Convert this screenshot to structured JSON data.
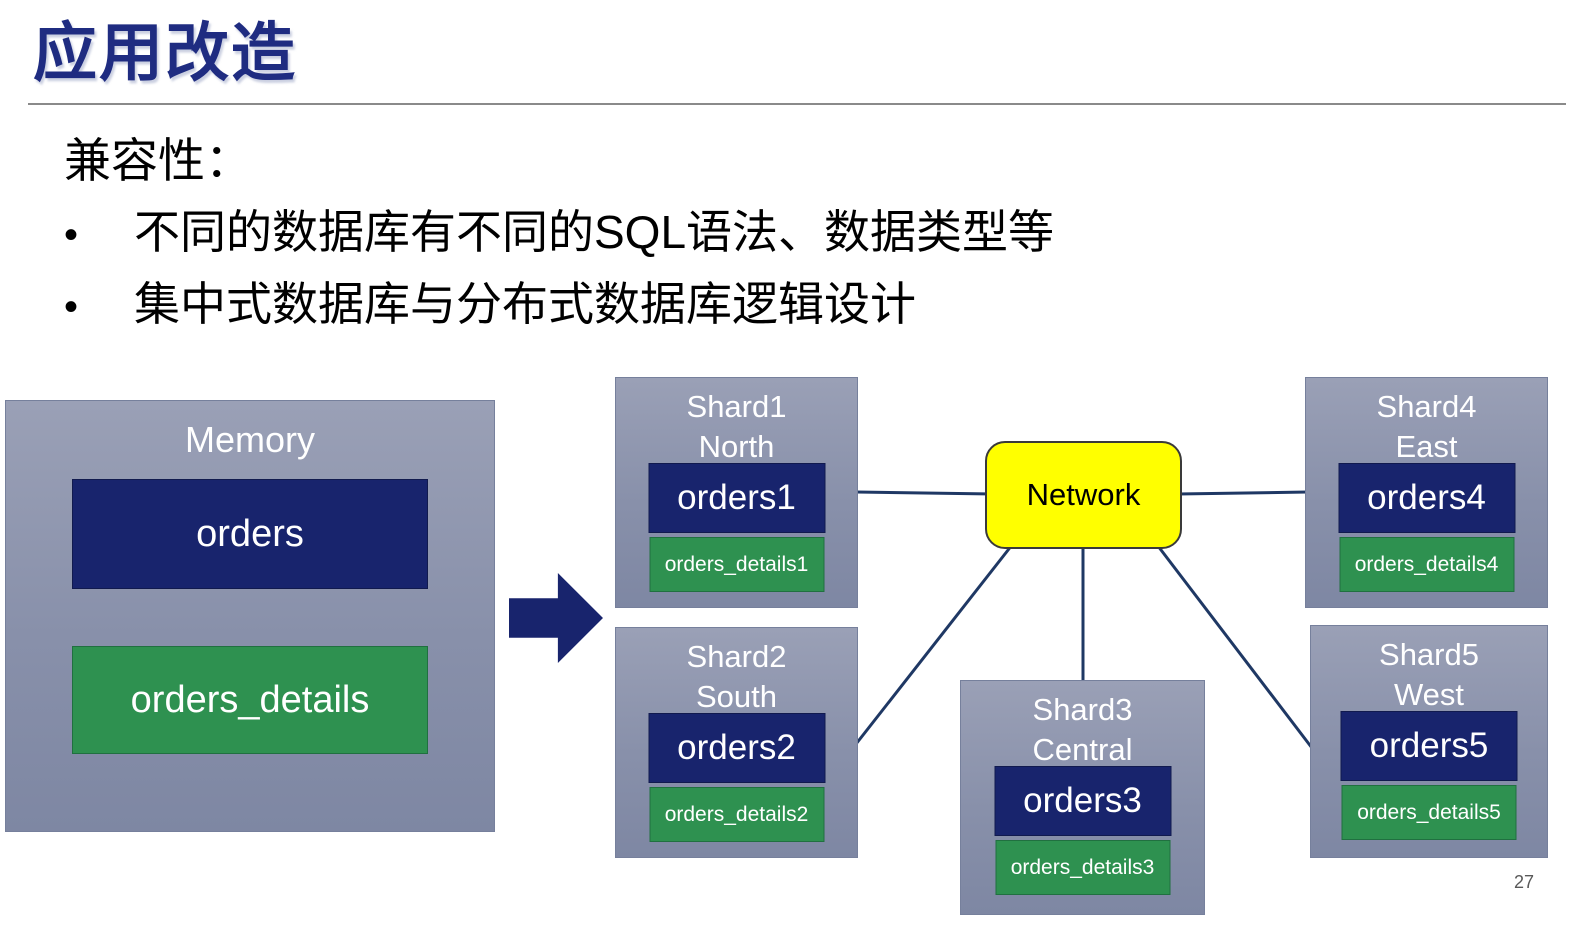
{
  "slide": {
    "title": "应用改造",
    "body": {
      "heading": "兼容性：",
      "bullet_glyph": "•",
      "bullets": [
        "不同的数据库有不同的SQL语法、数据类型等",
        "集中式数据库与分布式数据库逻辑设计"
      ]
    },
    "page_number": "27"
  },
  "diagram": {
    "memory": {
      "label": "Memory",
      "orders_table": "orders",
      "details_table": "orders_details"
    },
    "network": {
      "label": "Network"
    },
    "shards": [
      {
        "title": "Shard1",
        "subtitle": "North",
        "orders": "orders1",
        "details": "orders_details1"
      },
      {
        "title": "Shard2",
        "subtitle": "South",
        "orders": "orders2",
        "details": "orders_details2"
      },
      {
        "title": "Shard3",
        "subtitle": "Central",
        "orders": "orders3",
        "details": "orders_details3"
      },
      {
        "title": "Shard4",
        "subtitle": "East",
        "orders": "orders4",
        "details": "orders_details4"
      },
      {
        "title": "Shard5",
        "subtitle": "West",
        "orders": "orders5",
        "details": "orders_details5"
      }
    ],
    "colors": {
      "navy": "#18246D",
      "green": "#2E9150",
      "panel_gray": "#8C93AC",
      "network_yellow": "#FFFF00",
      "connector": "#1F3864",
      "title_blue": "#1F2C81"
    }
  }
}
